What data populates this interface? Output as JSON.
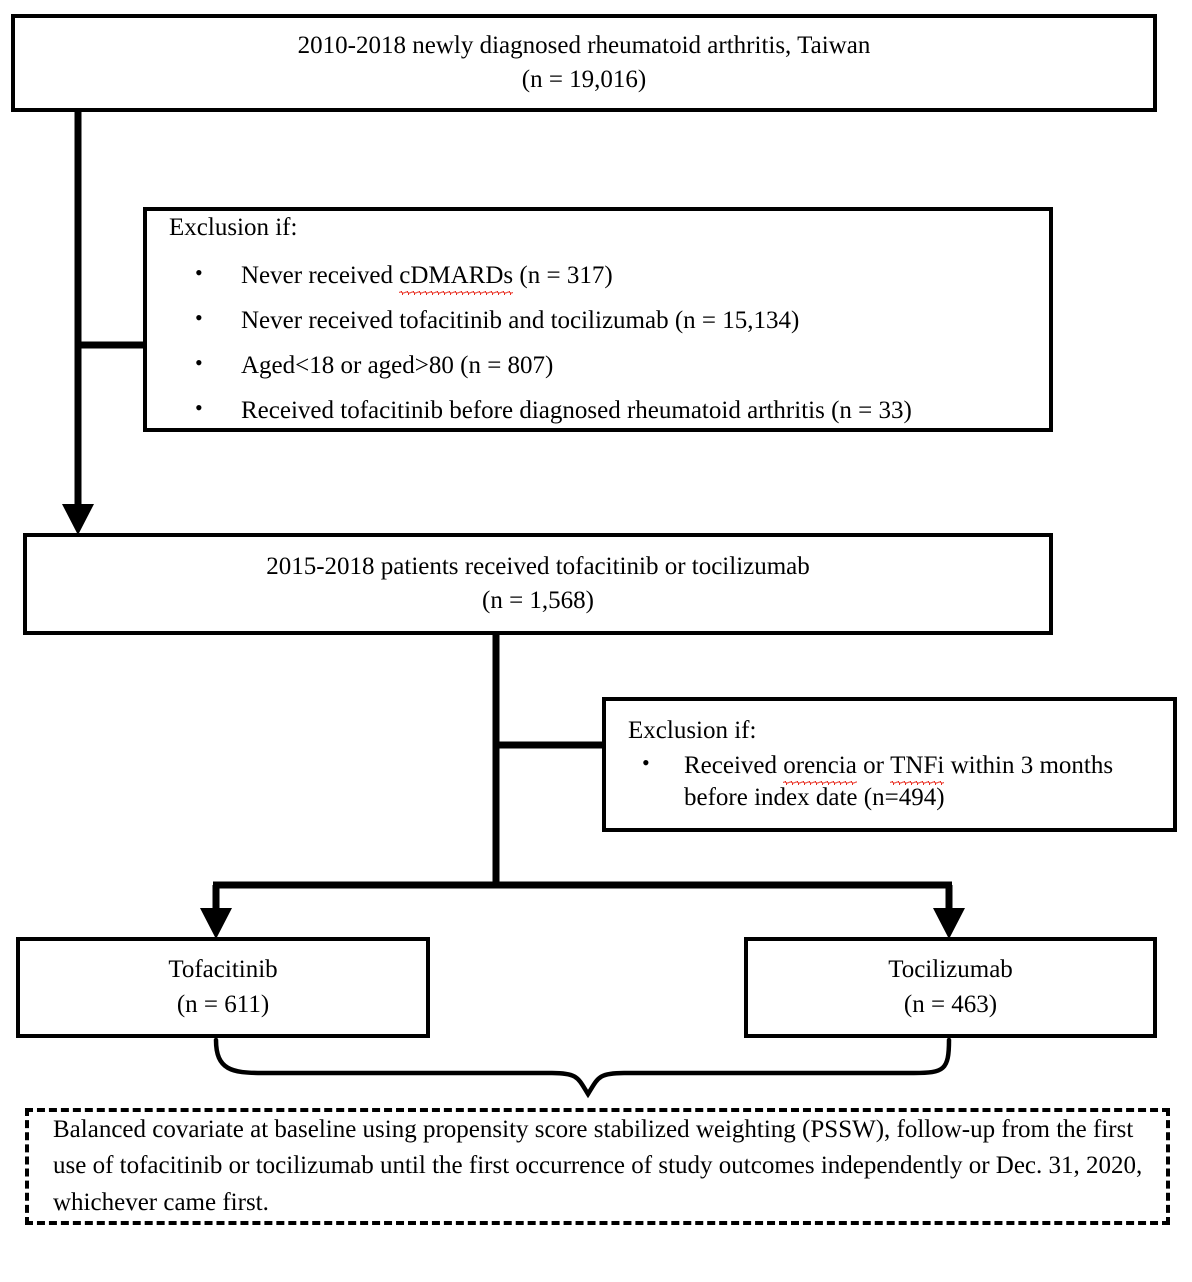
{
  "figure": {
    "type": "study-flow-diagram",
    "title": "Patient selection flow diagram",
    "colors": {
      "stroke": "#000000",
      "background": "#ffffff",
      "spellcheck_underline": "#e8291c"
    }
  },
  "nodes": {
    "source_cohort": {
      "label": "2010-2018 newly diagnosed rheumatoid arthritis, Taiwan",
      "count_text": "(n = 19,016)",
      "n": 19016
    },
    "exclusion_1": {
      "heading": "Exclusion if:",
      "items": [
        {
          "pre": "Never received ",
          "flagged": "cDMARDs",
          "post": " (n = 317)",
          "n": 317
        },
        {
          "pre": "Never received tofacitinib and tocilizumab (n = 15,134)",
          "flagged": "",
          "post": "",
          "n": 15134
        },
        {
          "pre": "Aged<18 or aged>80 (n = 807)",
          "flagged": "",
          "post": "",
          "n": 807
        },
        {
          "pre": "Received tofacitinib before diagnosed rheumatoid arthritis (n = 33)",
          "flagged": "",
          "post": "",
          "n": 33
        }
      ]
    },
    "eligible_cohort": {
      "label": "2015-2018 patients received tofacitinib or tocilizumab",
      "count_text": "(n = 1,568)",
      "n": 1568
    },
    "exclusion_2": {
      "heading": "Exclusion if:",
      "item_part_1": "Received ",
      "item_flagged_1": "orencia",
      "item_part_2": " or ",
      "item_flagged_2": "TNFi",
      "item_part_3": " within 3 months",
      "item_line_2": "before index date (n=494)",
      "n": 494
    },
    "arm_left": {
      "label": "Tofacitinib",
      "count_text": "(n = 611)",
      "n": 611
    },
    "arm_right": {
      "label": "Tocilizumab",
      "count_text": "(n = 463)",
      "n": 463
    },
    "analysis_note": {
      "text": "Balanced covariate at baseline using propensity score stabilized weighting (PSSW), follow-up from the first use of tofacitinib or tocilizumab until the first occurrence of study outcomes independently or Dec. 31, 2020, whichever came first."
    }
  }
}
